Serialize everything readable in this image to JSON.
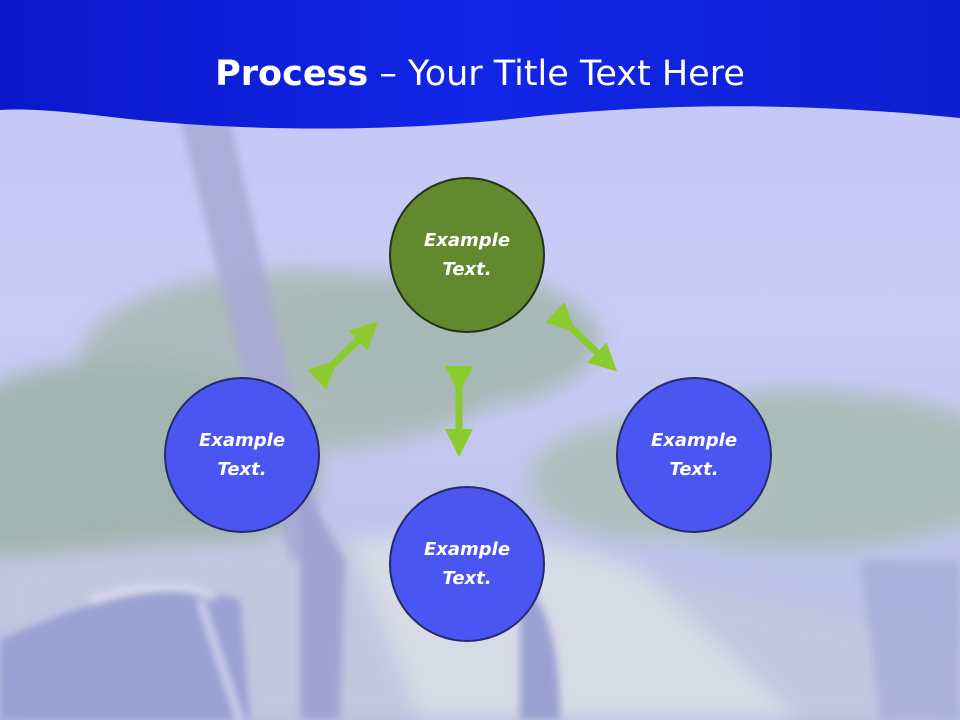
{
  "title": {
    "bold": "Process",
    "rest": " – Your Title Text Here"
  },
  "nodes": {
    "top": {
      "line1": "Example",
      "line2": "Text."
    },
    "left": {
      "line1": "Example",
      "line2": "Text."
    },
    "right": {
      "line1": "Example",
      "line2": "Text."
    },
    "bottom": {
      "line1": "Example",
      "line2": "Text."
    }
  },
  "colors": {
    "header": "#0d1fd6",
    "node_blue": "#4a55f2",
    "node_green": "#63892e",
    "arrow": "#8ccb2f"
  },
  "icons": {
    "arrow_left": "double-headed-diagonal-arrow",
    "arrow_center": "double-headed-vertical-arrow",
    "arrow_right": "double-headed-diagonal-arrow"
  }
}
